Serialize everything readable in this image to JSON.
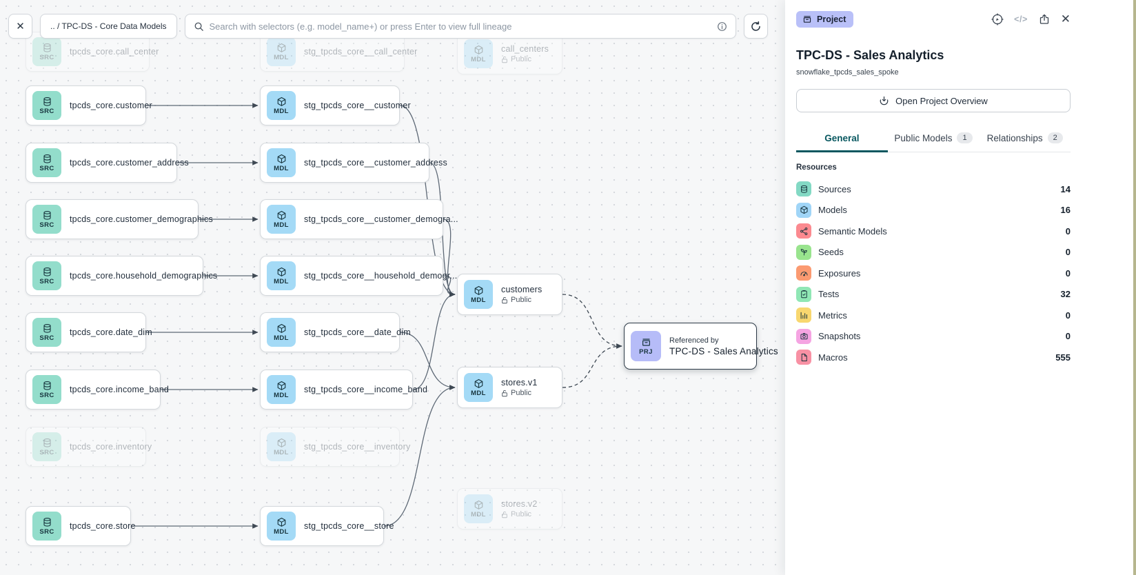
{
  "toolbar": {
    "close_label": "✕",
    "breadcrumb": ".. / TPC-DS - Core Data Models",
    "search_placeholder": "Search with selectors (e.g. model_name+) or press Enter to view full lineage"
  },
  "graph": {
    "nodes": [
      {
        "id": "src_call_center",
        "badge": "SRC",
        "icon": "database-icon",
        "label": "tpcds_core.call_center",
        "faded": true
      },
      {
        "id": "src_customer",
        "badge": "SRC",
        "icon": "database-icon",
        "label": "tpcds_core.customer"
      },
      {
        "id": "src_customer_address",
        "badge": "SRC",
        "icon": "database-icon",
        "label": "tpcds_core.customer_address"
      },
      {
        "id": "src_customer_demographics",
        "badge": "SRC",
        "icon": "database-icon",
        "label": "tpcds_core.customer_demographics"
      },
      {
        "id": "src_household_demographics",
        "badge": "SRC",
        "icon": "database-icon",
        "label": "tpcds_core.household_demographics"
      },
      {
        "id": "src_date_dim",
        "badge": "SRC",
        "icon": "database-icon",
        "label": "tpcds_core.date_dim"
      },
      {
        "id": "src_income_band",
        "badge": "SRC",
        "icon": "database-icon",
        "label": "tpcds_core.income_band"
      },
      {
        "id": "src_inventory",
        "badge": "SRC",
        "icon": "database-icon",
        "label": "tpcds_core.inventory",
        "faded": true
      },
      {
        "id": "src_store",
        "badge": "SRC",
        "icon": "database-icon",
        "label": "tpcds_core.store"
      },
      {
        "id": "mdl_call_center",
        "badge": "MDL",
        "icon": "cube-icon",
        "label": "stg_tpcds_core__call_center",
        "faded": true
      },
      {
        "id": "mdl_customer",
        "badge": "MDL",
        "icon": "cube-icon",
        "label": "stg_tpcds_core__customer"
      },
      {
        "id": "mdl_customer_address",
        "badge": "MDL",
        "icon": "cube-icon",
        "label": "stg_tpcds_core__customer_address"
      },
      {
        "id": "mdl_customer_demographics",
        "badge": "MDL",
        "icon": "cube-icon",
        "label": "stg_tpcds_core__customer_demogra..."
      },
      {
        "id": "mdl_household_demographics",
        "badge": "MDL",
        "icon": "cube-icon",
        "label": "stg_tpcds_core__household_demogr..."
      },
      {
        "id": "mdl_date_dim",
        "badge": "MDL",
        "icon": "cube-icon",
        "label": "stg_tpcds_core__date_dim"
      },
      {
        "id": "mdl_income_band",
        "badge": "MDL",
        "icon": "cube-icon",
        "label": "stg_tpcds_core__income_band"
      },
      {
        "id": "mdl_inventory",
        "badge": "MDL",
        "icon": "cube-icon",
        "label": "stg_tpcds_core__inventory",
        "faded": true
      },
      {
        "id": "mdl_store",
        "badge": "MDL",
        "icon": "cube-icon",
        "label": "stg_tpcds_core__store"
      },
      {
        "id": "pub_call_centers",
        "badge": "MDL",
        "icon": "cube-icon",
        "label": "call_centers",
        "sublabel": "Public",
        "faded": true
      },
      {
        "id": "pub_customers",
        "badge": "MDL",
        "icon": "cube-icon",
        "label": "customers",
        "sublabel": "Public"
      },
      {
        "id": "pub_stores_v1",
        "badge": "MDL",
        "icon": "cube-icon",
        "label": "stores.v1",
        "sublabel": "Public"
      },
      {
        "id": "pub_stores_v2",
        "badge": "MDL",
        "icon": "cube-icon",
        "label": "stores.v2",
        "sublabel": "Public",
        "faded": true
      },
      {
        "id": "prj_sales",
        "badge": "PRJ",
        "icon": "archive-icon",
        "overline": "Referenced by",
        "label": "TPC-DS - Sales Analytics",
        "selected": true
      }
    ],
    "edges": [
      {
        "from": "src_customer",
        "to": "mdl_customer",
        "style": "straight"
      },
      {
        "from": "src_customer_address",
        "to": "mdl_customer_address",
        "style": "straight"
      },
      {
        "from": "src_customer_demographics",
        "to": "mdl_customer_demographics",
        "style": "straight"
      },
      {
        "from": "src_household_demographics",
        "to": "mdl_household_demographics",
        "style": "straight"
      },
      {
        "from": "src_date_dim",
        "to": "mdl_date_dim",
        "style": "straight"
      },
      {
        "from": "src_income_band",
        "to": "mdl_income_band",
        "style": "straight"
      },
      {
        "from": "src_store",
        "to": "mdl_store",
        "style": "straight"
      },
      {
        "from": "mdl_customer",
        "to": "pub_customers",
        "style": "curve"
      },
      {
        "from": "mdl_customer_address",
        "to": "pub_customers",
        "style": "curve"
      },
      {
        "from": "mdl_customer_demographics",
        "to": "pub_customers",
        "style": "curve"
      },
      {
        "from": "mdl_household_demographics",
        "to": "pub_customers",
        "style": "curve"
      },
      {
        "from": "mdl_income_band",
        "to": "pub_customers",
        "style": "curve"
      },
      {
        "from": "mdl_date_dim",
        "to": "pub_stores_v1",
        "style": "curve"
      },
      {
        "from": "mdl_store",
        "to": "pub_stores_v1",
        "style": "curve"
      },
      {
        "from": "pub_customers",
        "to": "prj_sales",
        "style": "dashed"
      },
      {
        "from": "pub_stores_v1",
        "to": "prj_sales",
        "style": "dashed"
      }
    ]
  },
  "panel": {
    "type_badge": "Project",
    "title": "TPC-DS - Sales Analytics",
    "subtitle": "snowflake_tpcds_sales_spoke",
    "overview_button": "Open Project Overview",
    "code_icon_label": "</>",
    "close_label": "✕",
    "tabs": [
      {
        "label": "General",
        "active": true
      },
      {
        "label": "Public Models",
        "badge": "1"
      },
      {
        "label": "Relationships",
        "badge": "2"
      }
    ],
    "resources_title": "Resources",
    "resources": [
      {
        "label": "Sources",
        "value": "14",
        "icon": "database-icon",
        "color": "#83d9c4"
      },
      {
        "label": "Models",
        "value": "16",
        "icon": "cube-icon",
        "color": "#a0d5f7"
      },
      {
        "label": "Semantic Models",
        "value": "0",
        "icon": "semantic-graph-icon",
        "color": "#fb8a90"
      },
      {
        "label": "Seeds",
        "value": "0",
        "icon": "seedling-icon",
        "color": "#99e48e"
      },
      {
        "label": "Exposures",
        "value": "0",
        "icon": "gauge-icon",
        "color": "#fb9a71"
      },
      {
        "label": "Tests",
        "value": "32",
        "icon": "clipboard-check-icon",
        "color": "#90e7b5"
      },
      {
        "label": "Metrics",
        "value": "0",
        "icon": "bar-chart-icon",
        "color": "#f8d76f"
      },
      {
        "label": "Snapshots",
        "value": "0",
        "icon": "camera-icon",
        "color": "#f5a4e2"
      },
      {
        "label": "Macros",
        "value": "555",
        "icon": "macro-file-icon",
        "color": "#f891a4"
      }
    ]
  },
  "colors": {
    "source_badge": "#93ddcb",
    "model_badge": "#a4daf6",
    "project_badge": "#b6bcf8",
    "active_tab": "#07575f",
    "edge": "#5d6875",
    "canvas_bg": "#f6f7f8"
  }
}
